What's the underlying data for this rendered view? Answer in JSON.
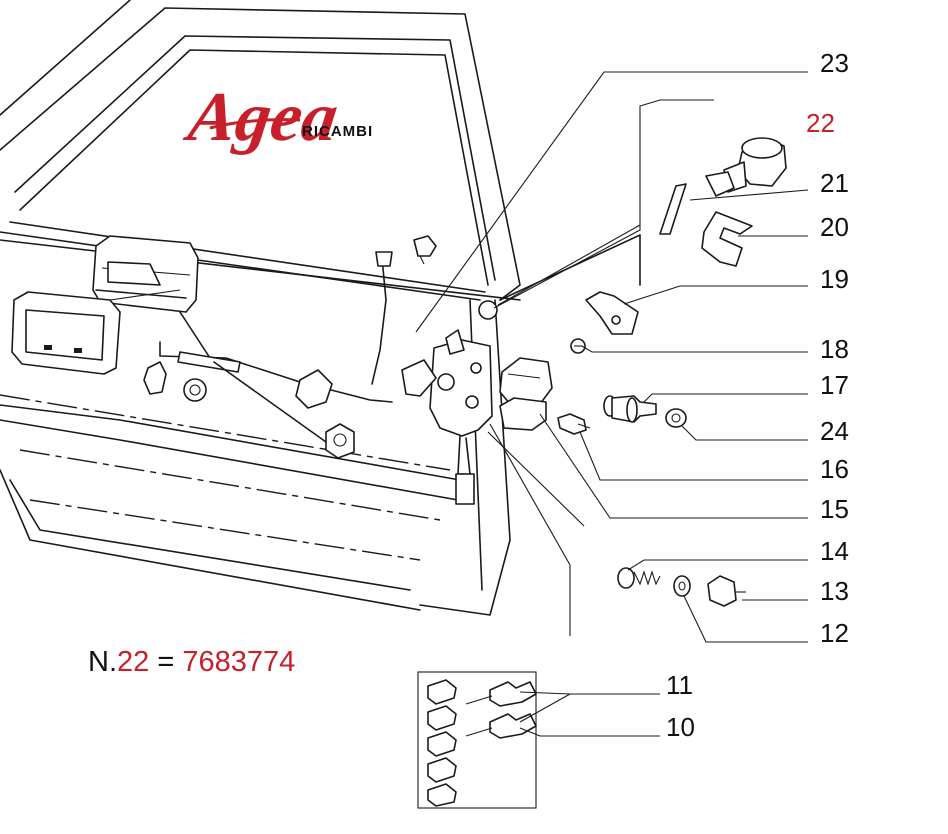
{
  "logo": {
    "brand": "Agea",
    "subtitle": "RICAMBI",
    "brand_color": "#c8202a"
  },
  "part_note": {
    "prefix": "N.",
    "number": "22",
    "equals": "=",
    "code": "7683774"
  },
  "callouts": [
    {
      "id": "23",
      "highlight": false
    },
    {
      "id": "22",
      "highlight": true
    },
    {
      "id": "21",
      "highlight": false
    },
    {
      "id": "20",
      "highlight": false
    },
    {
      "id": "19",
      "highlight": false
    },
    {
      "id": "18",
      "highlight": false
    },
    {
      "id": "17",
      "highlight": false
    },
    {
      "id": "24",
      "highlight": false
    },
    {
      "id": "16",
      "highlight": false
    },
    {
      "id": "15",
      "highlight": false
    },
    {
      "id": "14",
      "highlight": false
    },
    {
      "id": "13",
      "highlight": false
    },
    {
      "id": "12",
      "highlight": false
    },
    {
      "id": "11",
      "highlight": false
    },
    {
      "id": "10",
      "highlight": false
    }
  ],
  "colors": {
    "ink": "#1a1a1a",
    "highlight": "#c8202a",
    "background": "#ffffff"
  }
}
